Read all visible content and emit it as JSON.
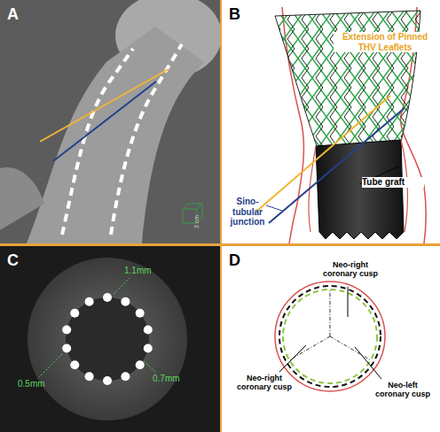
{
  "diagram": {
    "labels": [
      "A",
      "B",
      "Extension of Pinned THV Leaflets",
      "Tube graft",
      "Sino-tubular junction",
      "3 cm",
      "C",
      "1.1mm",
      "0.5mm",
      "0.7mm",
      "D",
      "Neo-right coronary cusp",
      "Neo-right coronary cusp",
      "Neo-left coronary cusp"
    ]
  }
}
